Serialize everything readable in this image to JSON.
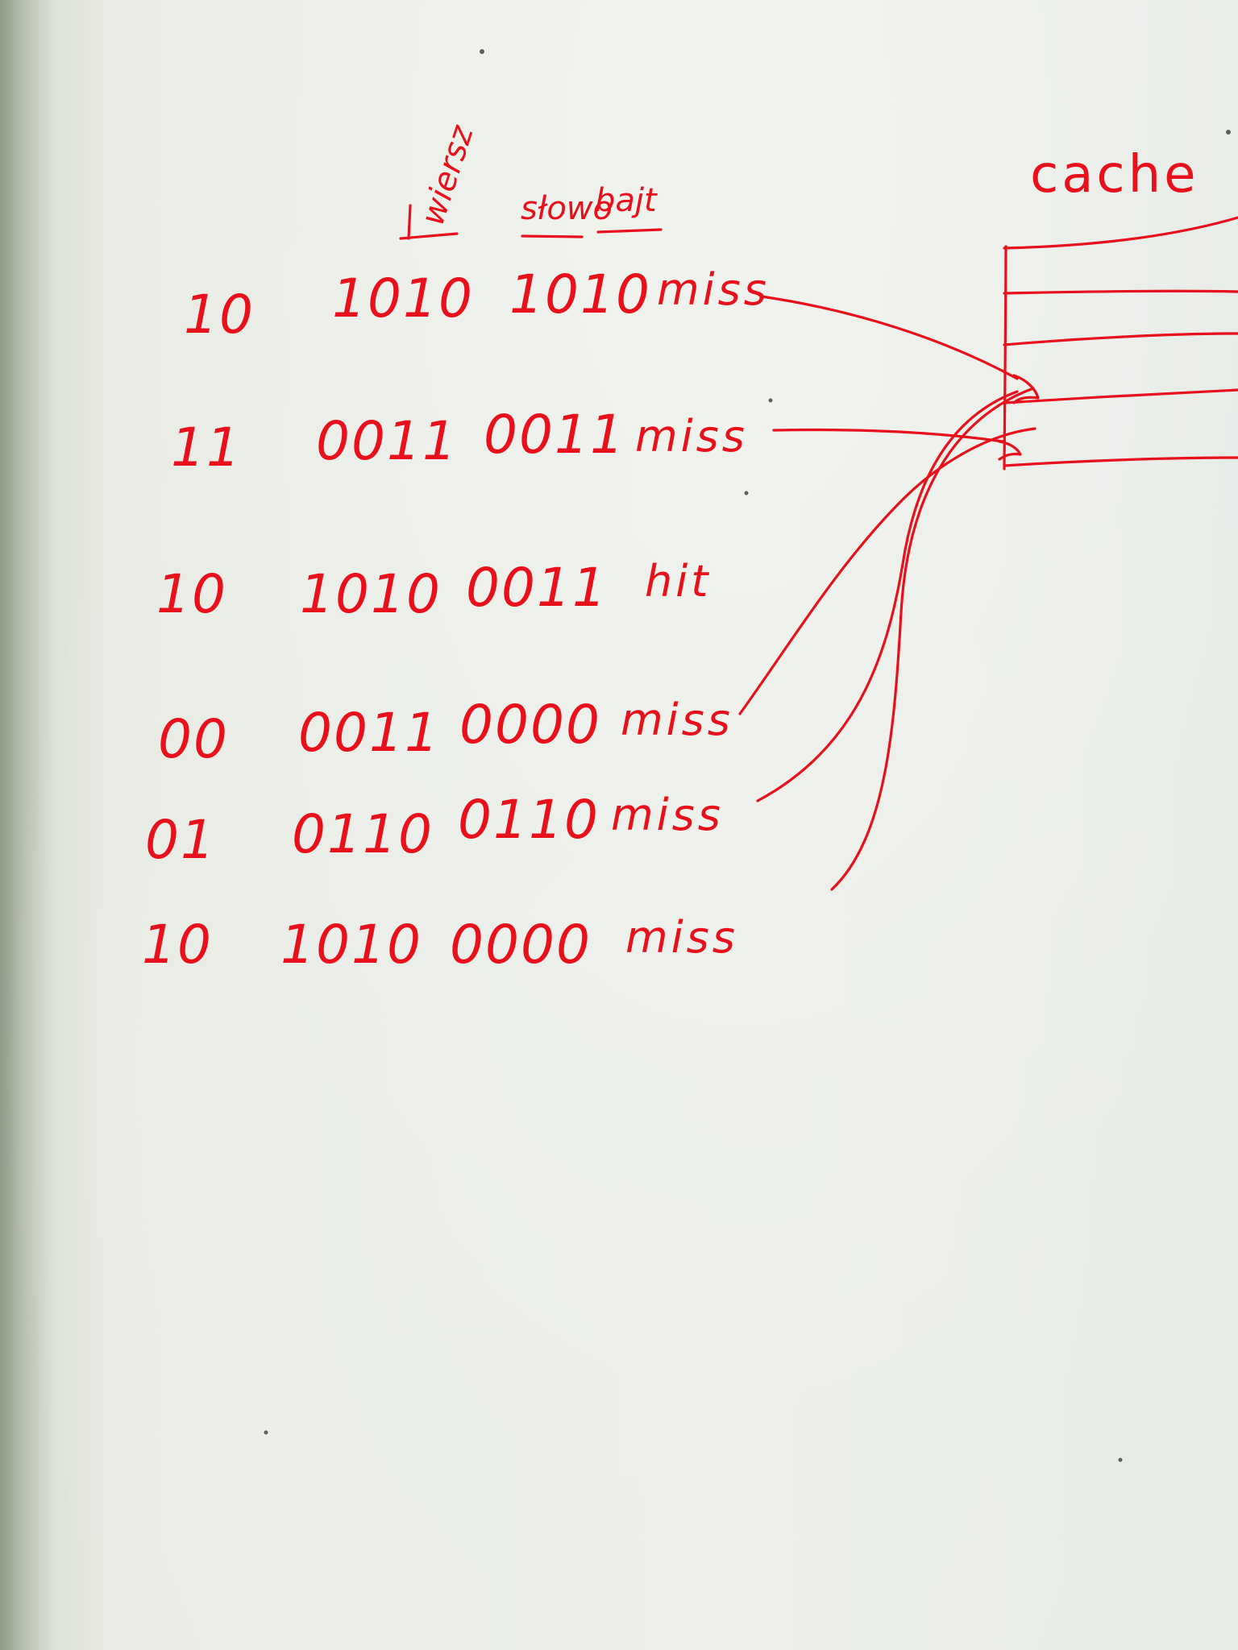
{
  "headers": {
    "row": "wiersz",
    "word": "słowo",
    "byte": "bajt",
    "cache": "cache"
  },
  "rows": [
    {
      "index": "10",
      "row": "1010",
      "word": "1010",
      "result": "miss"
    },
    {
      "index": "11",
      "row": "0011",
      "word": "0011",
      "result": "miss"
    },
    {
      "index": "10",
      "row": "1010",
      "word": "0011",
      "result": "hit"
    },
    {
      "index": "00",
      "row": "0011",
      "word": "0000",
      "result": "miss"
    },
    {
      "index": "01",
      "row": "0110",
      "word": "0110",
      "result": "miss"
    },
    {
      "index": "10",
      "row": "1010",
      "word": "0000",
      "result": "miss"
    }
  ],
  "colors": {
    "ink": "#e8101a",
    "paper": "#eceee8"
  }
}
